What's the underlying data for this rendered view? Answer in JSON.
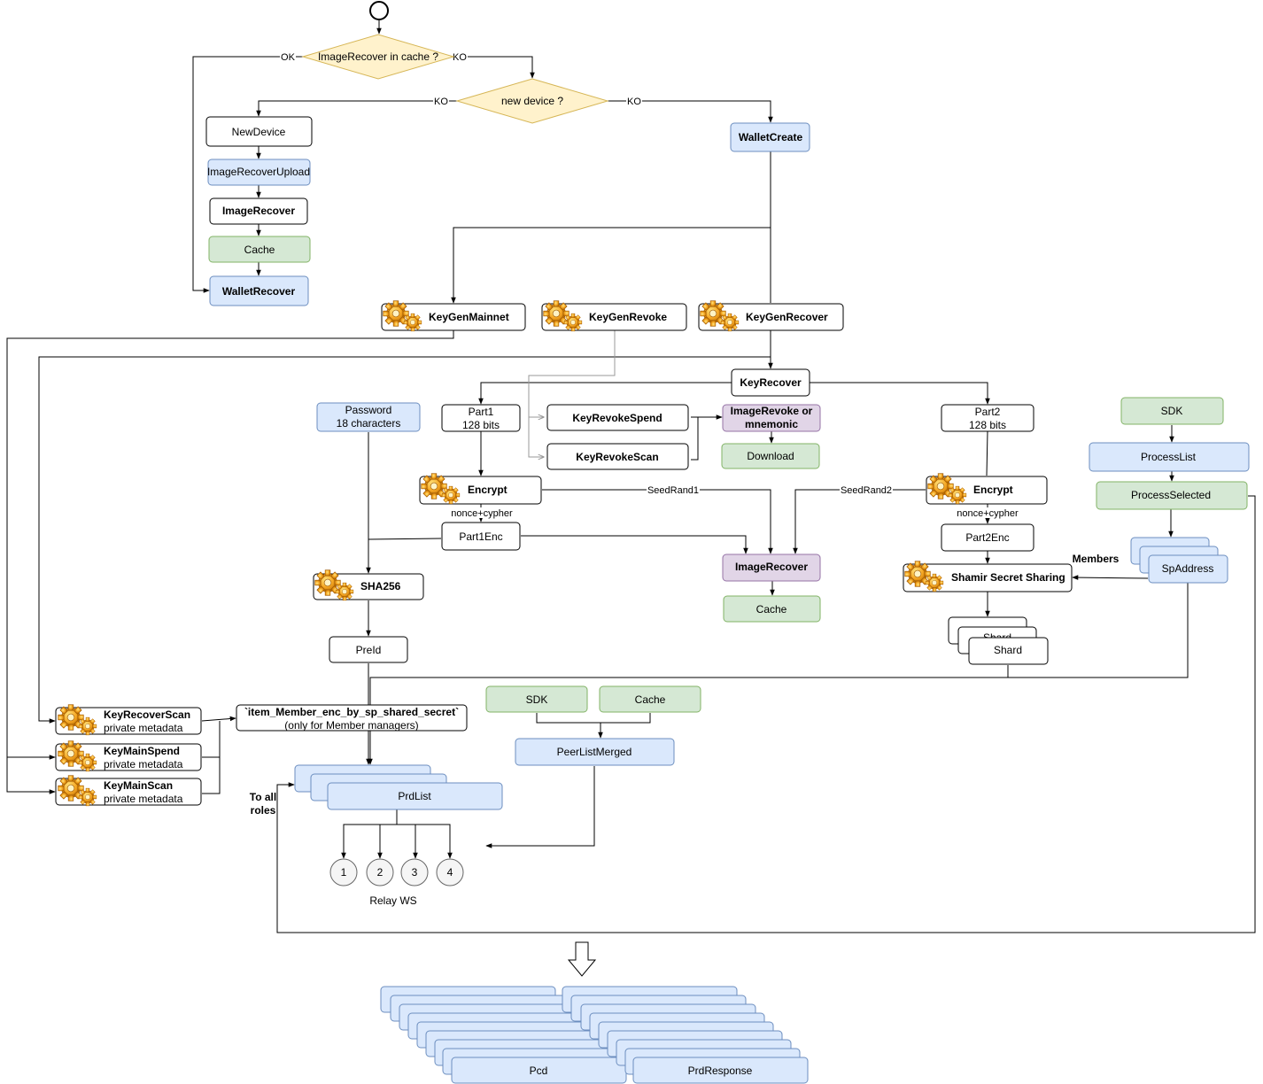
{
  "colors": {
    "blue_fill": "#dae8fc",
    "blue_stroke": "#6c8ebf",
    "green_fill": "#d5e8d4",
    "green_stroke": "#82b366",
    "purple_fill": "#e1d5e7",
    "purple_stroke": "#9673a6",
    "yellow_fill": "#fff2cc",
    "yellow_stroke": "#d6b656",
    "line": "#000000",
    "gray_line": "#999999"
  },
  "decisions": {
    "cache": "ImageRecover in cache ?",
    "device": "new device ?"
  },
  "edge_labels": {
    "ok": "OK",
    "ko1": "KO",
    "ko2": "KO",
    "ko3": "KO",
    "seed1": "SeedRand1",
    "seed2": "SeedRand2",
    "nonce1": "nonce+cypher",
    "nonce2": "nonce+cypher",
    "members": "Members",
    "to_all_1": "To all",
    "to_all_2": "roles"
  },
  "nodes": {
    "new_device": "NewDevice",
    "image_recover_upload": "ImageRecoverUpload",
    "image_recover_left": "ImageRecover",
    "cache_left": "Cache",
    "wallet_recover": "WalletRecover",
    "wallet_create": "WalletCreate",
    "key_gen_mainnet": "KeyGenMainnet",
    "key_gen_revoke": "KeyGenRevoke",
    "key_gen_recover": "KeyGenRecover",
    "key_recover": "KeyRecover",
    "password_1": "Password",
    "password_2": "18 characters",
    "part1_1": "Part1",
    "part1_2": "128 bits",
    "key_revoke_spend": "KeyRevokeSpend",
    "key_revoke_scan": "KeyRevokeScan",
    "image_revoke_1": "ImageRevoke or",
    "image_revoke_2": "mnemonic",
    "download": "Download",
    "part2_1": "Part2",
    "part2_2": "128 bits",
    "sdk_right": "SDK",
    "process_list": "ProcessList",
    "process_selected": "ProcessSelected",
    "encrypt_1": "Encrypt",
    "encrypt_2": "Encrypt",
    "part1_enc": "Part1Enc",
    "part2_enc": "Part2Enc",
    "image_recover_mid": "ImageRecover",
    "cache_mid": "Cache",
    "sp_address": "SpAddress",
    "shamir": "Shamir Secret Sharing",
    "sha256": "SHA256",
    "shard_back": "Shard",
    "shard": "Shard",
    "pre_id": "PreId",
    "key_recover_scan": "KeyRecoverScan",
    "key_main_spend": "KeyMainSpend",
    "key_main_scan": "KeyMainScan",
    "private_meta_1": "private metadata",
    "private_meta_2": "private metadata",
    "private_meta_3": "private metadata",
    "item_member_1": "`item_Member_enc_by_sp_shared_secret`",
    "item_member_2": "(only for Member managers)",
    "sdk_mid": "SDK",
    "cache_bottom": "Cache",
    "peer_list_merged": "PeerListMerged",
    "prd_list": "PrdList",
    "relay_1": "1",
    "relay_2": "2",
    "relay_3": "3",
    "relay_4": "4",
    "relay_ws": "Relay WS",
    "pcd": "Pcd",
    "prd_response": "PrdResponse"
  }
}
